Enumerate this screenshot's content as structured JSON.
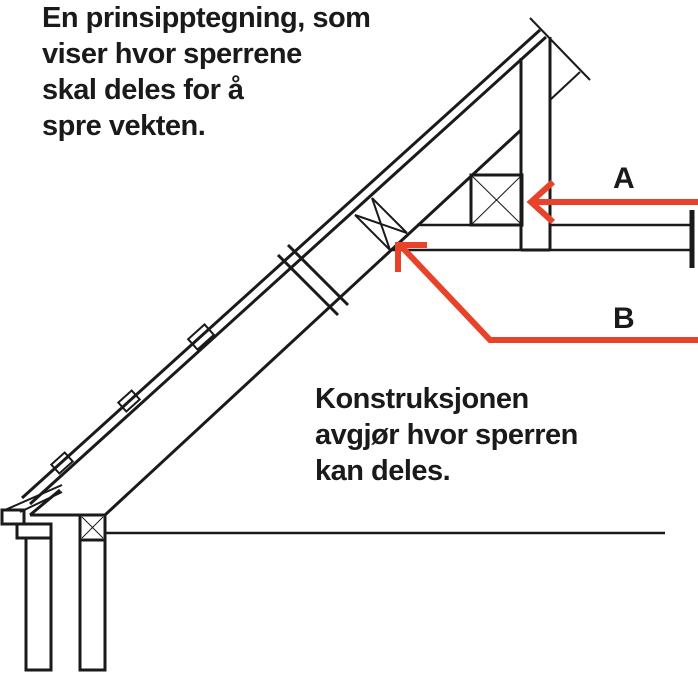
{
  "caption_top": [
    "En prinsipptegning, som",
    "viser hvor sperrene",
    "skal deles for å",
    "spre vekten."
  ],
  "caption_bottom": [
    "Konstruksjonen",
    "avgjør hvor sperren",
    "kan deles."
  ],
  "labels": {
    "a": "A",
    "b": "B"
  },
  "colors": {
    "accent": "#e8432a",
    "ink": "#1a1a1a"
  }
}
